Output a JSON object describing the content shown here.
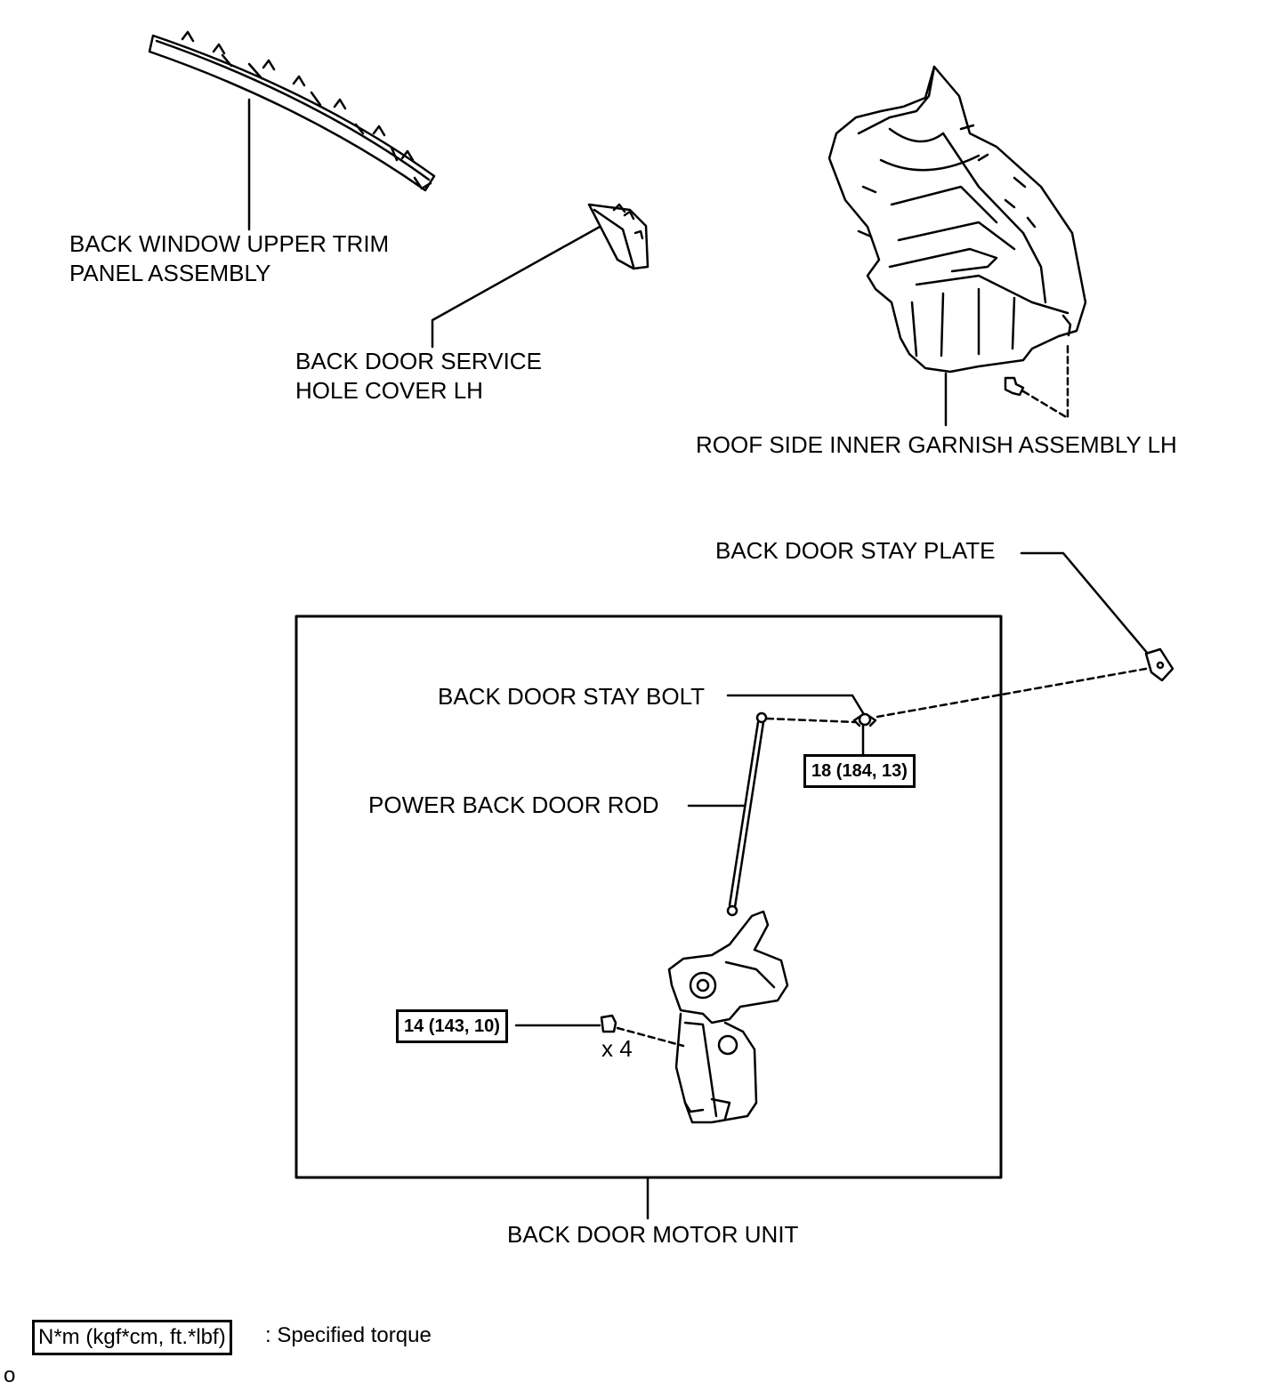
{
  "labels": {
    "back_window_trim_line1": "BACK WINDOW UPPER TRIM",
    "back_window_trim_line2": "PANEL ASSEMBLY",
    "service_hole_line1": "BACK DOOR SERVICE",
    "service_hole_line2": "HOLE COVER LH",
    "roof_side_garnish": "ROOF SIDE INNER GARNISH ASSEMBLY LH",
    "stay_plate": "BACK DOOR STAY PLATE",
    "stay_bolt": "BACK DOOR STAY BOLT",
    "rod": "POWER BACK DOOR ROD",
    "motor_unit": "BACK DOOR MOTOR UNIT",
    "bolt_count": "x 4"
  },
  "torques": {
    "stay_bolt": "18 (184, 13)",
    "motor_bolts": "14 (143, 10)"
  },
  "legend": {
    "unit": "N*m (kgf*cm, ft.*lbf)",
    "description": ": Specified torque"
  },
  "corner_mark": "o"
}
